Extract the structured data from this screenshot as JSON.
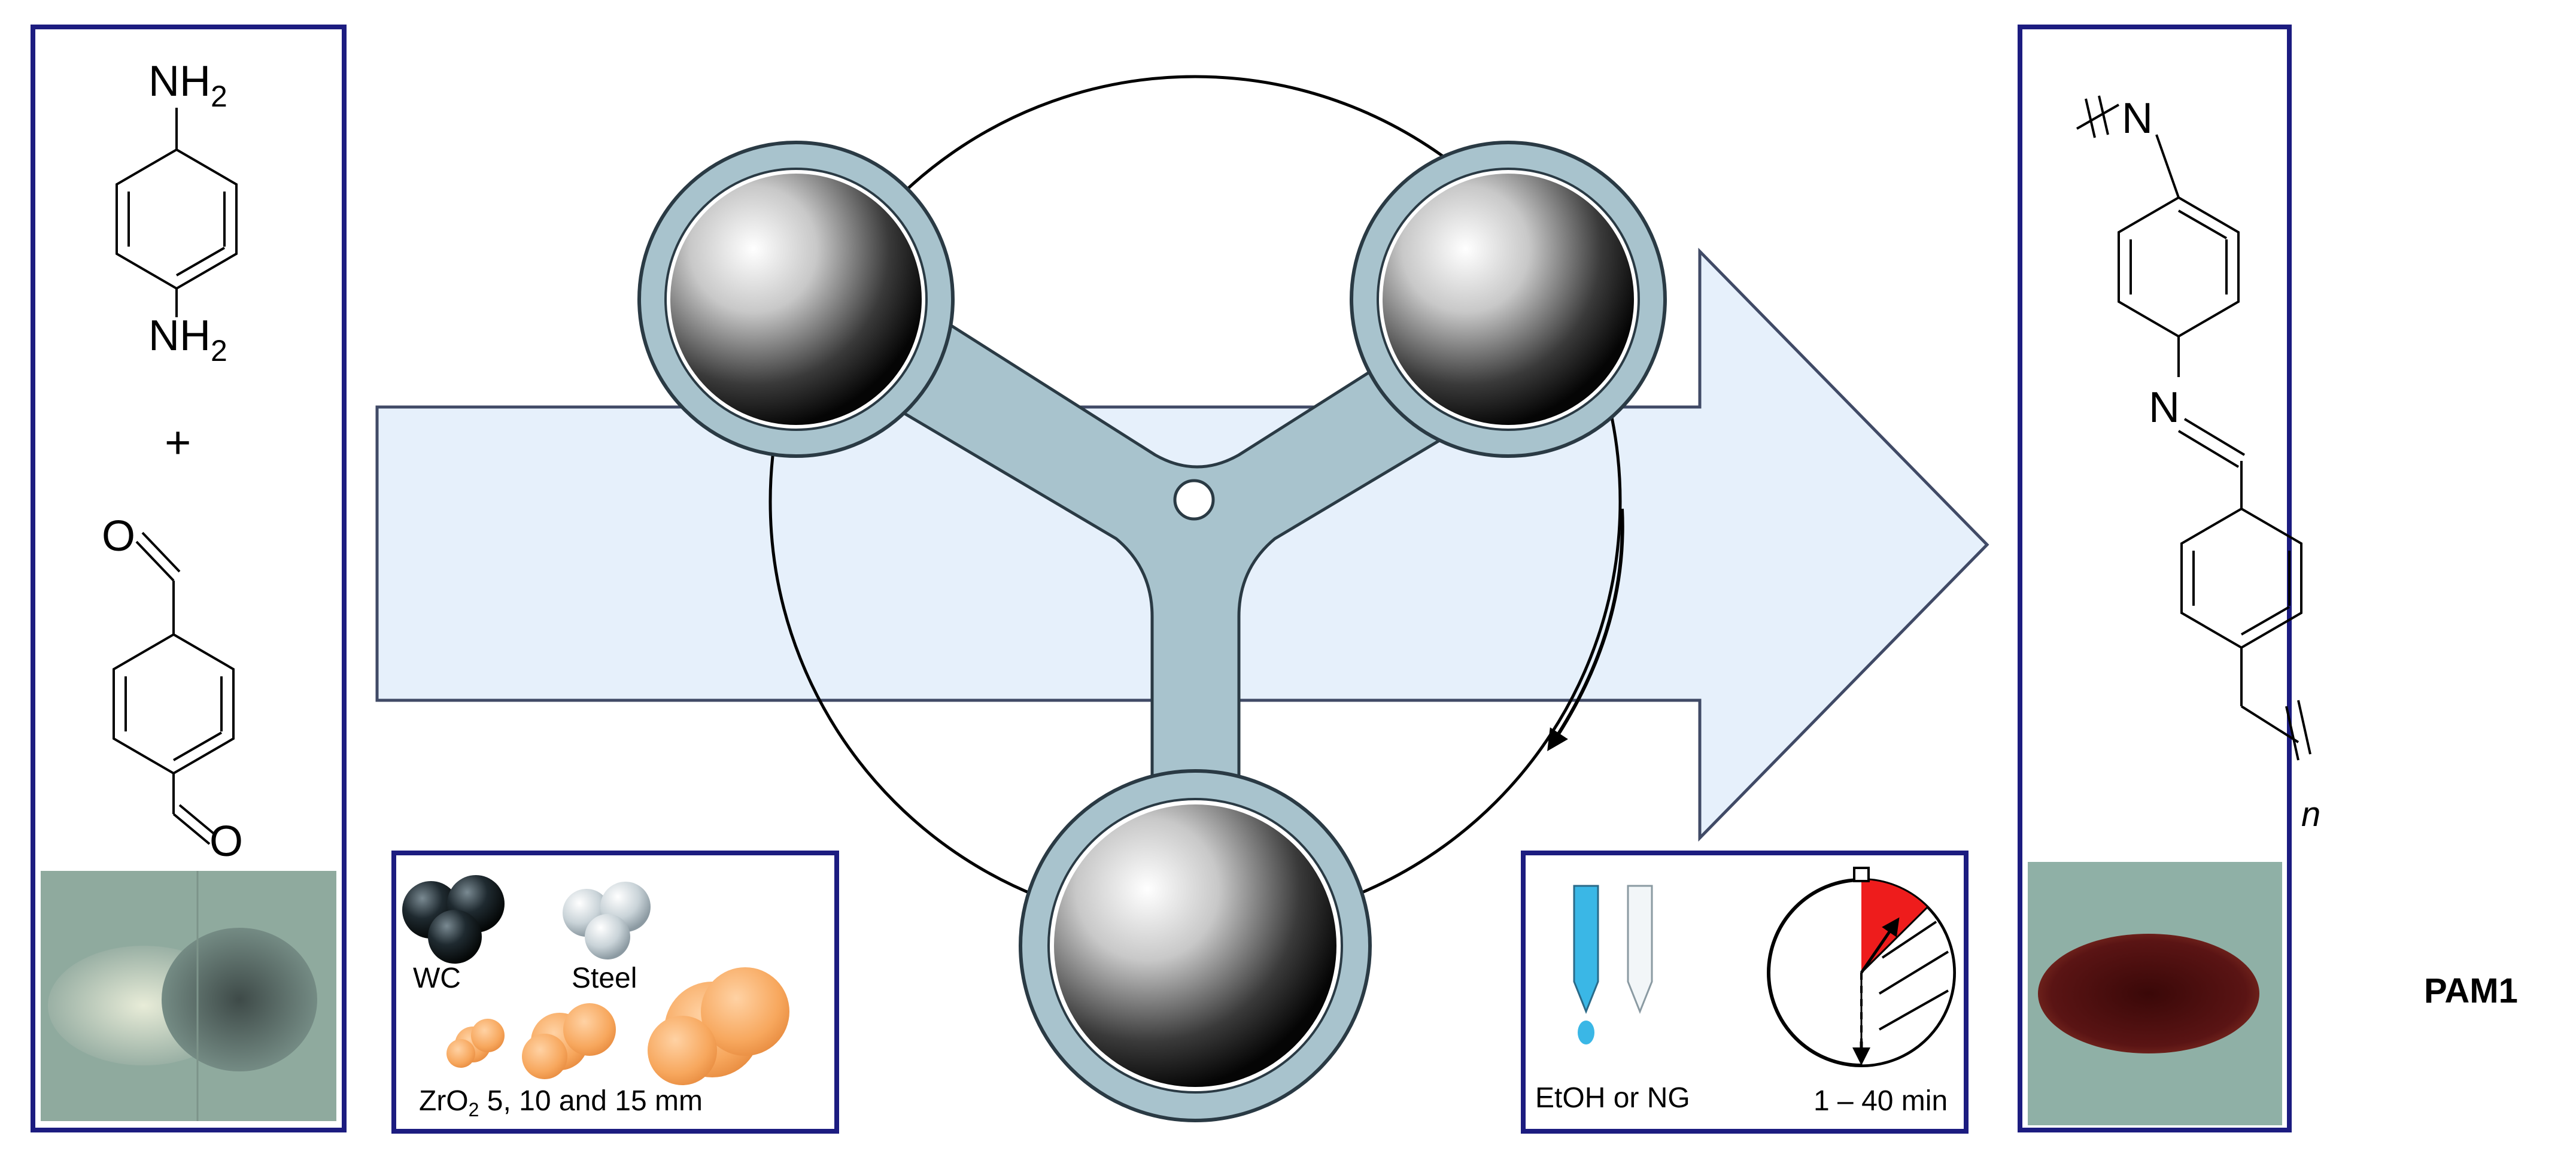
{
  "reactants": {
    "amine_top": "NH",
    "amine_top_sub": "2",
    "amine_bottom": "NH",
    "amine_bottom_sub": "2",
    "plus": "+",
    "aldehyde_top": "O",
    "aldehyde_bottom": "O"
  },
  "product": {
    "nitrogen_top": "N",
    "nitrogen_imine": "N",
    "repeat_n": "n",
    "name": "PAM1"
  },
  "balls_panel": {
    "wc": "WC",
    "steel": "Steel",
    "zro2_prefix": "ZrO",
    "zro2_sub": "2",
    "zro2_sizes": " 5, 10 and 15 mm"
  },
  "conditions_panel": {
    "solvent": "EtOH or NG",
    "time": "1 – 40 min"
  },
  "colors": {
    "frame": "#1c1c80",
    "arrow_fill": "#e6f0fb",
    "arm": "#a8c3cd",
    "solvent": "#3ab7e6",
    "zro2": "#f7a75d",
    "timer_red": "#ee1c1c",
    "product_powder": "#4a1010"
  }
}
